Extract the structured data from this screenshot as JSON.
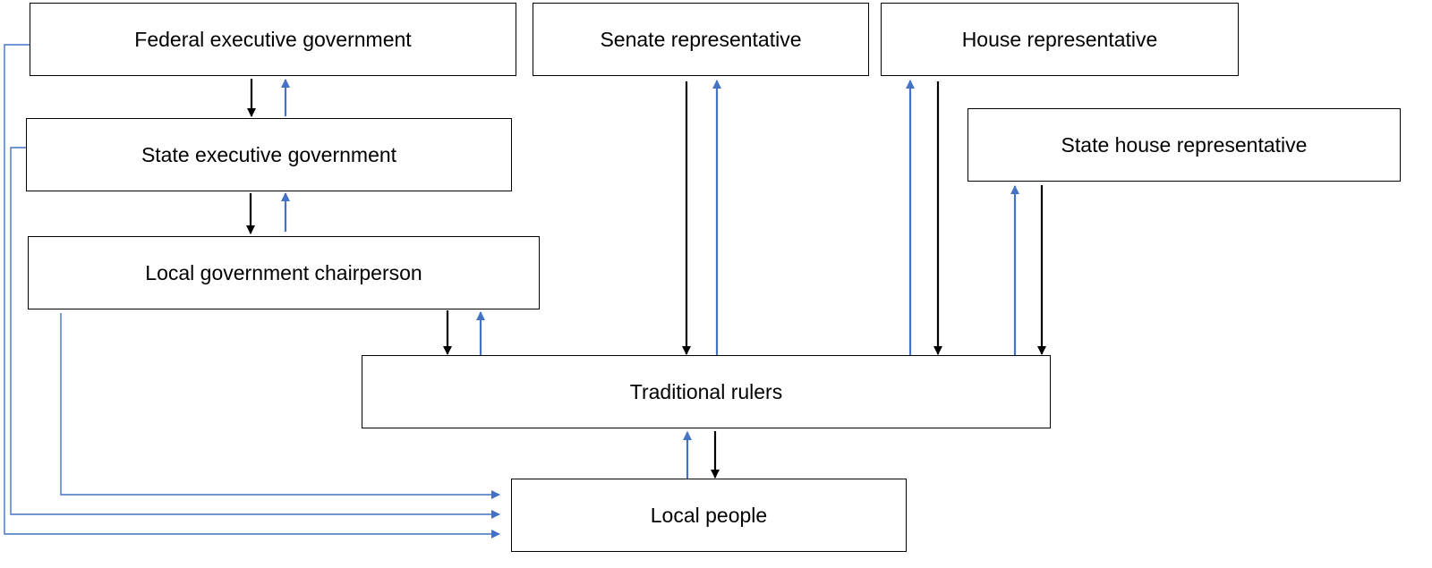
{
  "boxes": {
    "federal": "Federal executive government",
    "senate": "Senate representative",
    "house": "House representative",
    "state_house": "State house representative",
    "state_exec": "State executive government",
    "local_gov": "Local government chairperson",
    "traditional": "Traditional rulers",
    "people": "Local people"
  },
  "colors": {
    "downward_arrow": "#000000",
    "upward_arrow": "#4472c4",
    "feedback_line": "#4472c4"
  }
}
